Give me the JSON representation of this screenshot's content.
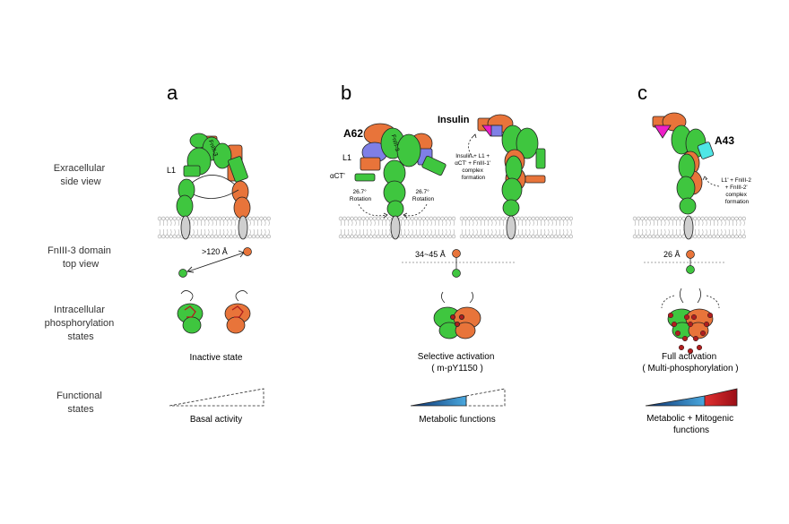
{
  "panels": {
    "a": "a",
    "b": "b",
    "c": "c"
  },
  "rows": {
    "side_view": [
      "Exracellular",
      "side view"
    ],
    "top_view": [
      "FnIII-3 domain",
      "top view"
    ],
    "intracellular": [
      "Intracellular",
      "phosphorylation",
      "states"
    ],
    "functional": [
      "Functional",
      "states"
    ]
  },
  "labels": {
    "l1_a": "L1",
    "fniii3_a": "FnIII-3",
    "a62": "A62",
    "l1_b": "L1",
    "fniii3_b": "FnIII-3",
    "act_b": "αCT'",
    "rotation_left": [
      "26.7°",
      "Rotation"
    ],
    "rotation_right": [
      "26.7°",
      "Rotation"
    ],
    "insulin": "Insulin",
    "complex_b": [
      "Insulin + L1 +",
      "αCT' + FnIII-1'",
      "complex",
      "formation"
    ],
    "a43": "A43",
    "complex_c": [
      "L1' + FnIII-2",
      "+ FnIII-2'",
      "complex",
      "formation"
    ]
  },
  "distances": {
    "a": ">120 Å",
    "b": "34~45 Å",
    "c": "26 Å"
  },
  "states": {
    "a": [
      "Inactive state"
    ],
    "b": [
      "Selective activation",
      "( m-pY1150 )"
    ],
    "c": [
      "Full activation",
      "( Multi-phosphorylation )"
    ]
  },
  "functions": {
    "a": [
      "Basal activity"
    ],
    "b": [
      "Metabolic functions"
    ],
    "c": [
      "Metabolic + Mitogenic",
      "functions"
    ]
  },
  "colors": {
    "green": "#3fc63f",
    "orange": "#e8743a",
    "blue": "#7f7fe6",
    "magenta": "#ee1ec8",
    "cyan": "#4fe6e6",
    "phospho": "#b01e1e",
    "metabolic_blue": "#4aa8de",
    "mitogenic_red": "#b8141e",
    "membrane": "#9a9a9a"
  }
}
